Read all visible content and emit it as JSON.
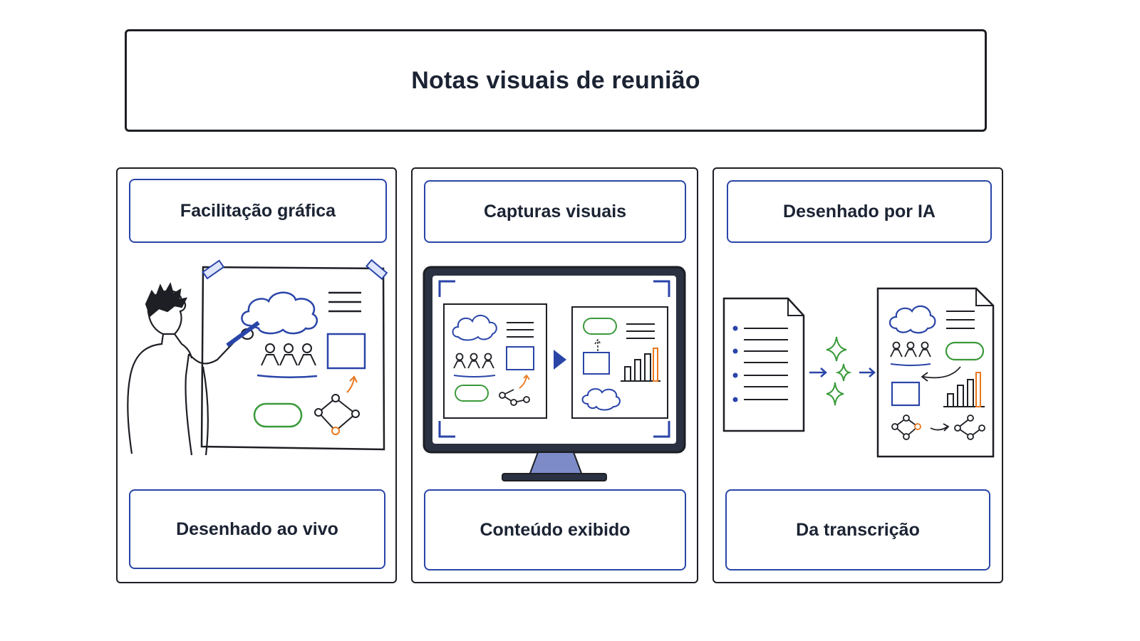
{
  "title": "Notas visuais de reunião",
  "panels": [
    {
      "header": "Facilitação gráfica",
      "footer": "Desenhado ao vivo",
      "illustration": "person-drawing-on-whiteboard"
    },
    {
      "header": "Capturas visuais",
      "footer": "Conteúdo exibido",
      "illustration": "monitor-showing-slides"
    },
    {
      "header": "Desenhado por IA",
      "footer": "Da transcrição",
      "illustration": "transcript-to-visual-notes"
    }
  ],
  "colors": {
    "ink": "#1d1f24",
    "accent_blue": "#2a45a8",
    "accent_green": "#3a9a3a",
    "accent_orange": "#e8771e"
  }
}
